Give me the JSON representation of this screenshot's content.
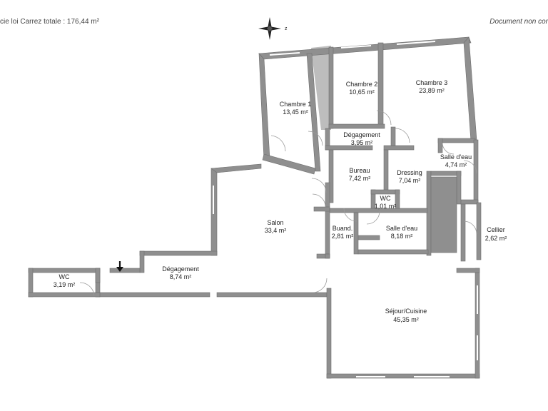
{
  "header": {
    "total_area": "cie loi Carrez totale :  176,44 m²",
    "disclaimer": "Document non cor"
  },
  "compass": {
    "label": "z"
  },
  "rooms": [
    {
      "id": "chambre1",
      "name": "Chambre 1",
      "area": "13,45 m²"
    },
    {
      "id": "chambre2",
      "name": "Chambre 2",
      "area": "10,65 m²"
    },
    {
      "id": "chambre3",
      "name": "Chambre 3",
      "area": "23,89 m²"
    },
    {
      "id": "degagement_top",
      "name": "Dégagement",
      "area": "3,95 m²"
    },
    {
      "id": "salle_eau_top",
      "name": "Salle d'eau",
      "area": "4,74 m²"
    },
    {
      "id": "bureau",
      "name": "Bureau",
      "area": "7,42 m²"
    },
    {
      "id": "dressing",
      "name": "Dressing",
      "area": "7,04 m²"
    },
    {
      "id": "wc_mid",
      "name": "WC",
      "area": "1,01 m²"
    },
    {
      "id": "salon",
      "name": "Salon",
      "area": "33,4 m²"
    },
    {
      "id": "buanderie",
      "name": "Buand.",
      "area": "2,81 m²"
    },
    {
      "id": "salle_eau_mid",
      "name": "Salle d'eau",
      "area": "8,18 m²"
    },
    {
      "id": "cellier",
      "name": "Cellier",
      "area": "2,62 m²"
    },
    {
      "id": "degagement_main",
      "name": "Dégagement",
      "area": "8,74 m²"
    },
    {
      "id": "wc_left",
      "name": "WC",
      "area": "3,19 m²"
    },
    {
      "id": "sejour",
      "name": "Séjour/Cuisine",
      "area": "45,35 m²"
    }
  ]
}
